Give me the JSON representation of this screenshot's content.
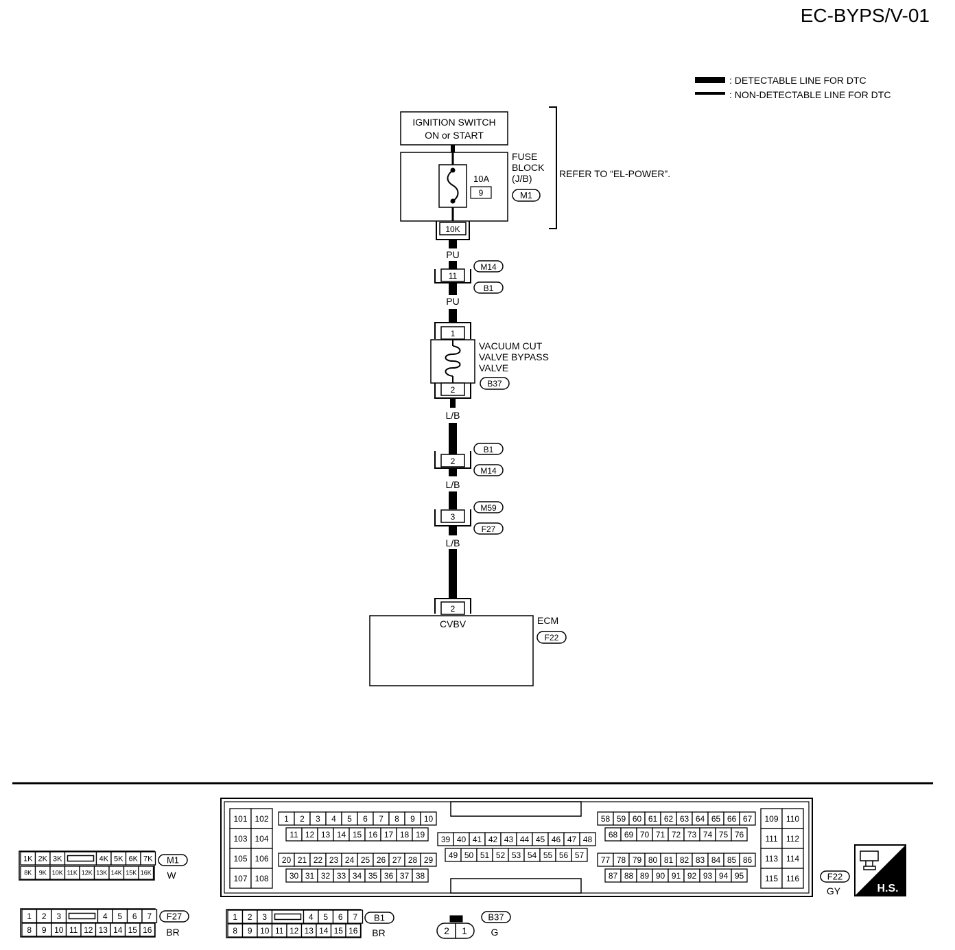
{
  "page_code": "EC-BYPS/V-01",
  "legend": {
    "detectable": ": DETECTABLE LINE FOR DTC",
    "non_detectable": ": NON-DETECTABLE LINE FOR DTC"
  },
  "ignition_switch": {
    "line1": "IGNITION SWITCH",
    "line2": "ON or START"
  },
  "fuse_block": {
    "label_lines": [
      "FUSE",
      "BLOCK",
      "(J/B)"
    ],
    "fuse_rating": "10A",
    "fuse_number": "9",
    "connector": "M1",
    "terminal": "10K"
  },
  "refer_note": "REFER TO “EL-POWER”.",
  "wires": {
    "pu": "PU",
    "lb": "L/B"
  },
  "joint1": {
    "pin": "11",
    "connector_top": "M14",
    "connector_bottom": "B1"
  },
  "valve": {
    "label_lines": [
      "VACUUM CUT",
      "VALVE BYPASS",
      "VALVE"
    ],
    "connector": "B37",
    "pin_in": "1",
    "pin_out": "2"
  },
  "joint2": {
    "pin": "2",
    "connector_top": "B1",
    "connector_bottom": "M14"
  },
  "joint3": {
    "pin": "3",
    "connector_top": "M59",
    "connector_bottom": "F27"
  },
  "ecm": {
    "label": "ECM",
    "connector": "F22",
    "pin": "2",
    "terminal_name": "CVBV"
  },
  "connector_views": {
    "m1": {
      "row1": [
        "1K",
        "2K",
        "3K",
        "",
        "4K",
        "5K",
        "6K",
        "7K"
      ],
      "row2": [
        "8K",
        "9K",
        "10K",
        "11K",
        "12K",
        "13K",
        "14K",
        "15K",
        "16K"
      ],
      "name": "M1",
      "color": "W"
    },
    "f22": {
      "left_rows": [
        [
          "101",
          "102"
        ],
        [
          "103",
          "104"
        ],
        [
          "105",
          "106"
        ],
        [
          "107",
          "108"
        ]
      ],
      "g1": [
        "1",
        "2",
        "3",
        "4",
        "5",
        "6",
        "7",
        "8",
        "9",
        "10"
      ],
      "g2": [
        "11",
        "12",
        "13",
        "14",
        "15",
        "16",
        "17",
        "18",
        "19"
      ],
      "g3": [
        "20",
        "21",
        "22",
        "23",
        "24",
        "25",
        "26",
        "27",
        "28",
        "29"
      ],
      "g4": [
        "30",
        "31",
        "32",
        "33",
        "34",
        "35",
        "36",
        "37",
        "38"
      ],
      "g5": [
        "39",
        "40",
        "41",
        "42",
        "43",
        "44",
        "45",
        "46",
        "47",
        "48"
      ],
      "g6": [
        "49",
        "50",
        "51",
        "52",
        "53",
        "54",
        "55",
        "56",
        "57"
      ],
      "g7": [
        "58",
        "59",
        "60",
        "61",
        "62",
        "63",
        "64",
        "65",
        "66",
        "67"
      ],
      "g8": [
        "68",
        "69",
        "70",
        "71",
        "72",
        "73",
        "74",
        "75",
        "76"
      ],
      "g9": [
        "77",
        "78",
        "79",
        "80",
        "81",
        "82",
        "83",
        "84",
        "85",
        "86"
      ],
      "g10": [
        "87",
        "88",
        "89",
        "90",
        "91",
        "92",
        "93",
        "94",
        "95"
      ],
      "right_rows": [
        [
          "109",
          "110"
        ],
        [
          "111",
          "112"
        ],
        [
          "113",
          "114"
        ],
        [
          "115",
          "116"
        ]
      ],
      "name": "F22",
      "color": "GY"
    },
    "f27": {
      "row1": [
        "1",
        "2",
        "3",
        "",
        "4",
        "5",
        "6",
        "7"
      ],
      "row2": [
        "8",
        "9",
        "10",
        "11",
        "12",
        "13",
        "14",
        "15",
        "16"
      ],
      "name": "F27",
      "color": "BR"
    },
    "b1": {
      "row1": [
        "1",
        "2",
        "3",
        "",
        "4",
        "5",
        "6",
        "7"
      ],
      "row2": [
        "8",
        "9",
        "10",
        "11",
        "12",
        "13",
        "14",
        "15",
        "16"
      ],
      "name": "B1",
      "color": "BR"
    },
    "b37": {
      "pins": [
        "2",
        "1"
      ],
      "name": "B37",
      "color": "G"
    }
  },
  "hs_badge": "H.S."
}
